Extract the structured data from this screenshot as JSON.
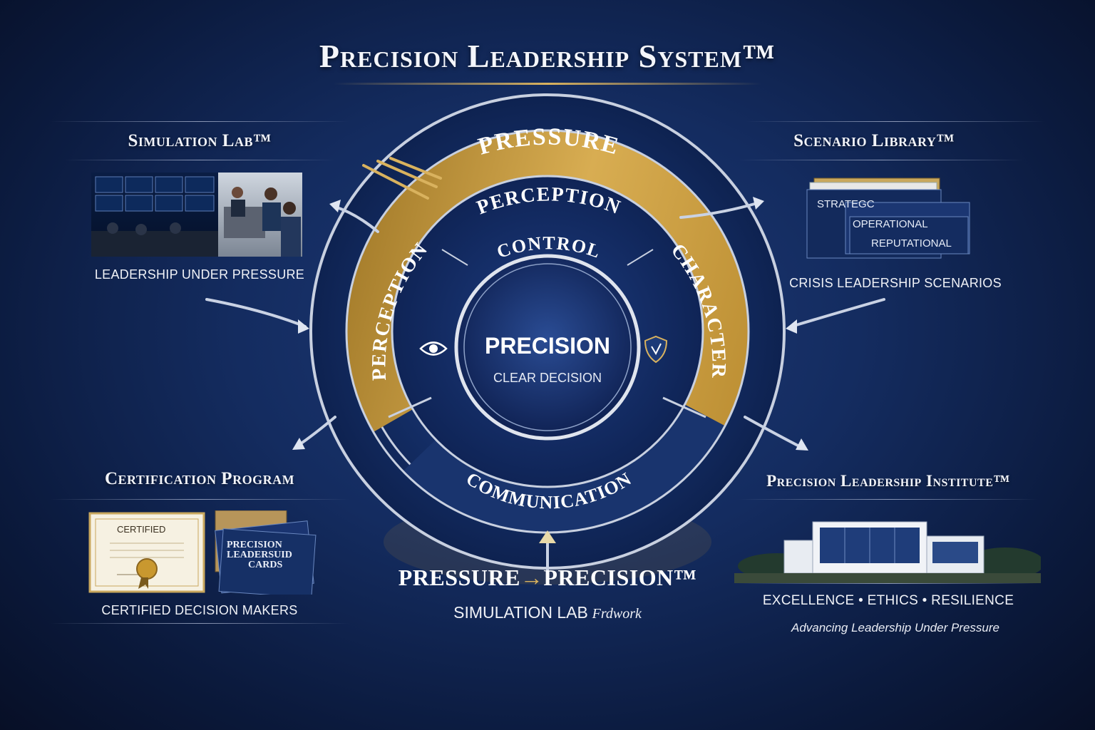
{
  "title": "Precision Leadership System™",
  "colors": {
    "gold": "#c9982f",
    "navy": "#142c60",
    "ring": "#1a3470"
  },
  "rings": {
    "outer": "PRESSURE",
    "gold_top": "PERCEPTION",
    "gold_left": "PERCEPTION",
    "gold_right": "CHARACTER",
    "inner_top": "CONTROL",
    "inner_bottom": "COMMUNICATION",
    "center_title": "PRECISION",
    "center_subtitle": "CLEAR DECISION",
    "left_icon": "eye-icon",
    "right_icon": "shield-icon"
  },
  "panels": {
    "simulation": {
      "title": "Simulation Lab™",
      "caption": "Leadership Under Pressure"
    },
    "scenario": {
      "title": "Scenario Library™",
      "cards": [
        "STRATEGC",
        "OPERATIONAL",
        "REPUTATIONAL"
      ],
      "caption": "Crisis Leadership Scenarios"
    },
    "certification": {
      "title": "Certification Program",
      "certificate_label": "CERTIFIED",
      "cards_line1": "PRECISION",
      "cards_line2": "LEADERSUID",
      "cards_line3": "CARDS",
      "caption": "Certified Decision Makers"
    },
    "institute": {
      "title": "Precision Leadership Institute™",
      "values": "EXCELLENCE • ETHICS • RESILIENCE",
      "tagline": "Advancing Leadership Under Pressure"
    }
  },
  "bottom": {
    "headline_left": "PRESSURE",
    "headline_arrow": "→",
    "headline_right": "PRECISION™",
    "sub_main": "SIMULATION LAB",
    "sub_italic": "Frdwork"
  }
}
